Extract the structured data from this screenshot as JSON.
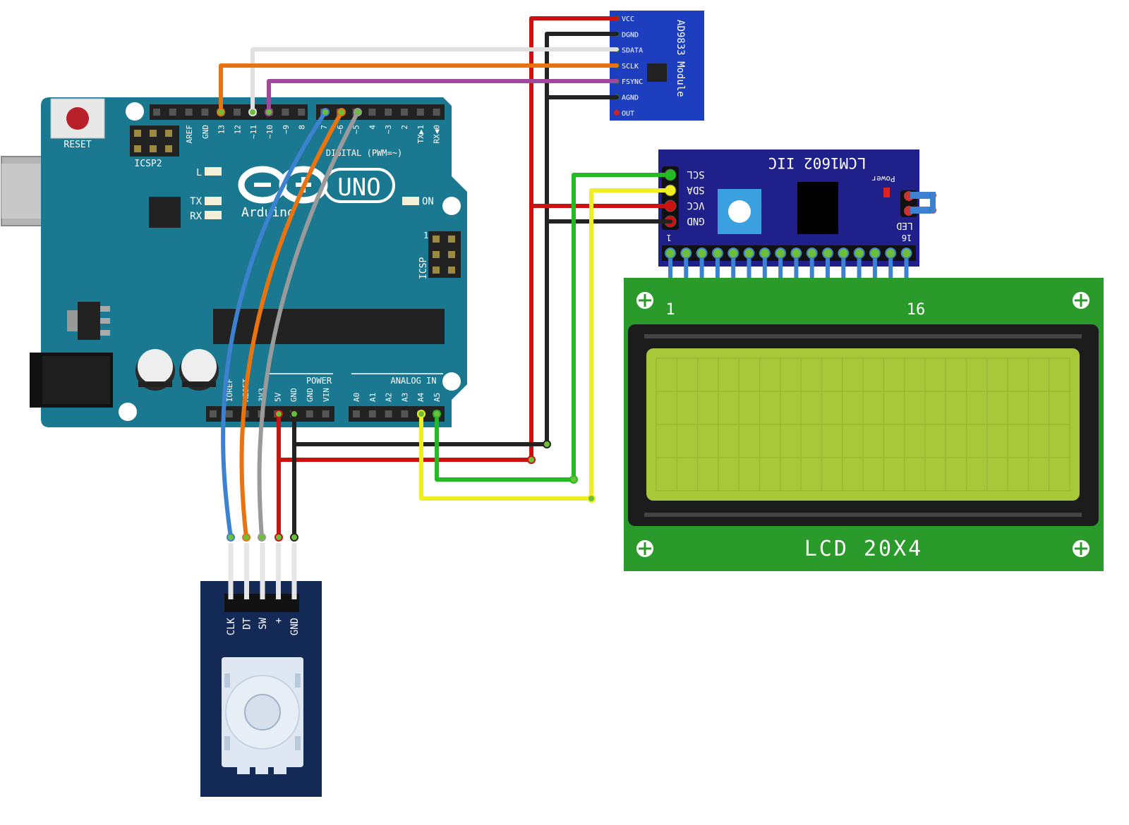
{
  "arduino": {
    "reset_label": "RESET",
    "icsp2_label": "ICSP2",
    "icsp_label": "ICSP",
    "icsp_pin1": "1",
    "l_label": "L",
    "tx_label": "TX",
    "rx_label": "RX",
    "on_label": "ON",
    "uno_label": "UNO",
    "brand_label": "Arduino",
    "digital_label": "DIGITAL (PWM=~)",
    "power_label": "POWER",
    "analog_label": "ANALOG IN",
    "top_left_pins": [
      "AREF",
      "GND",
      "13",
      "12",
      "~11",
      "~10",
      "~9",
      "8"
    ],
    "top_right_pins": [
      "7",
      "~6",
      "~5",
      "4",
      "~3",
      "2",
      "TX▶1",
      "RX◀0"
    ],
    "power_pins": [
      "IOREF",
      "RESET",
      "3V3",
      "5V",
      "GND",
      "GND",
      "VIN"
    ],
    "analog_pins": [
      "A0",
      "A1",
      "A2",
      "A3",
      "A4",
      "A5"
    ]
  },
  "ad9833": {
    "title": "AD9833 Module",
    "pins": [
      "VCC",
      "DGND",
      "SDATA",
      "SCLK",
      "FSYNC",
      "AGND",
      "OUT"
    ]
  },
  "i2c_backpack": {
    "title": "LCM1602 IIC",
    "pins": [
      "SCL",
      "SDA",
      "VCC",
      "GND"
    ],
    "power_label": "Power",
    "led_label": "LED",
    "pin1_label": "1",
    "pin16_label": "16"
  },
  "lcd": {
    "title": "LCD 20X4",
    "pin1_label": "1",
    "pin16_label": "16"
  },
  "encoder": {
    "pins": [
      "CLK",
      "DT",
      "SW",
      "+",
      "GND"
    ]
  },
  "colors": {
    "board": "#1b7891",
    "wire_red": "#cc1111",
    "wire_black": "#222222",
    "wire_white": "#e0e0e0",
    "wire_orange": "#e8730f",
    "wire_purple": "#a0489a",
    "wire_blue": "#3d82d1",
    "wire_gray": "#9a9a9a",
    "wire_green": "#22bb22",
    "wire_yellow": "#eeee22",
    "lcd_pcb": "#2a9a2a",
    "lcd_screen": "#a8c83a",
    "module_blue": "#1d3fbf",
    "backpack_navy": "#20208a",
    "encoder_navy": "#132a56"
  }
}
